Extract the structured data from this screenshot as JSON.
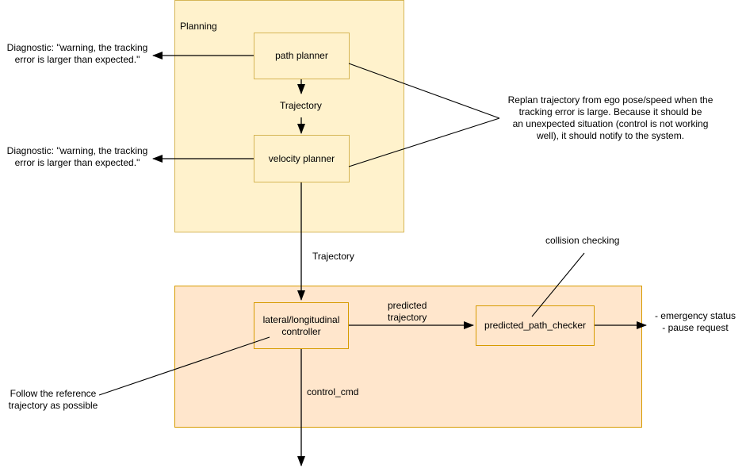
{
  "planning": {
    "label": "Planning",
    "path_planner": "path planner",
    "velocity_planner": "velocity planner"
  },
  "control": {
    "controller": "lateral/longitudinal controller",
    "checker": "predicted_path_checker"
  },
  "labels": {
    "diagnostic_top": "Diagnostic: \"warning, the tracking\nerror is larger than expected.\"",
    "diagnostic_bottom": "Diagnostic: \"warning, the tracking\nerror is larger than expected.\"",
    "trajectory_mid": "Trajectory",
    "trajectory_lower": "Trajectory",
    "replan_note": "Replan trajectory from ego pose/speed when the\ntracking error is large. Because it should be\nan unexpected situation (control is not working\nwell), it should notify to the system.",
    "collision_checking": "collision checking",
    "predicted_trajectory": "predicted\ntrajectory",
    "emergency_outputs": "- emergency status\n- pause request",
    "control_cmd": "control_cmd",
    "follow_note": "Follow the reference\ntrajectory as possible"
  },
  "colors": {
    "planning_fill": "#fff2cc",
    "planning_border": "#d6b656",
    "control_fill": "#ffe6cc",
    "control_border": "#d79b00",
    "edge": "#000000",
    "text": "#000000"
  }
}
